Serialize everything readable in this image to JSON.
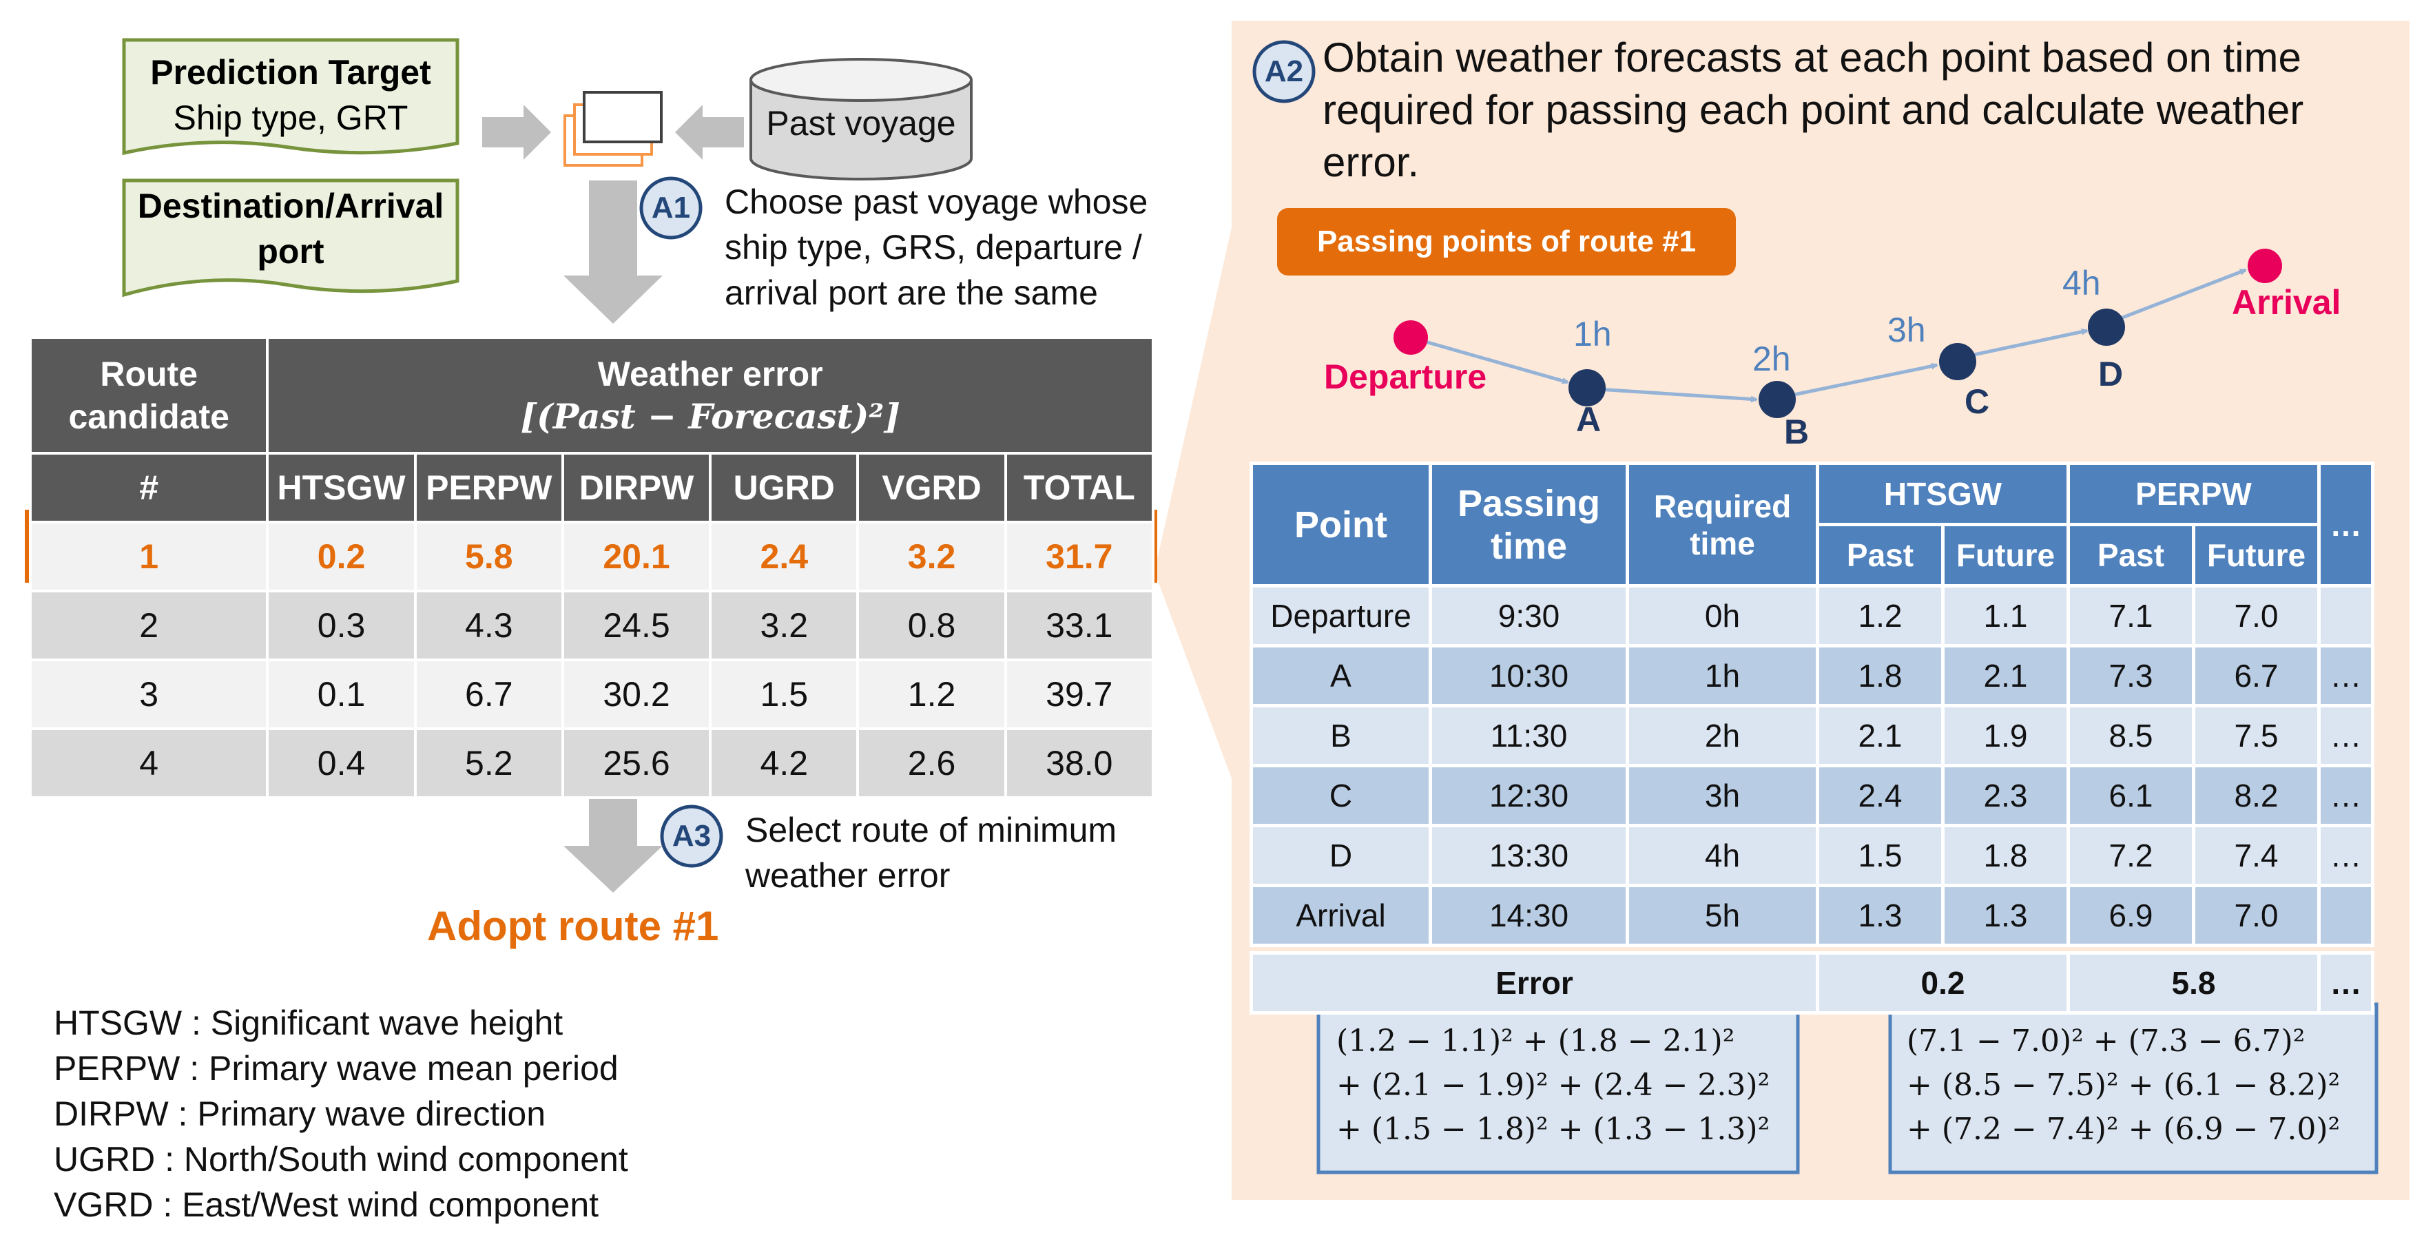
{
  "top": {
    "prediction_target_title": "Prediction Target",
    "prediction_target_value": "Ship type, GRT",
    "destination_line1": "Destination/Arrival",
    "destination_line2": "port",
    "past_voyage": "Past voyage"
  },
  "steps": {
    "a1": {
      "badge": "A1",
      "text": [
        "Choose past voyage whose",
        "ship type, GRS, departure /",
        "arrival port are the same"
      ]
    },
    "a2": {
      "badge": "A2",
      "text": [
        "Obtain weather forecasts at each point based on time",
        "required for passing each point and calculate weather",
        "error."
      ]
    },
    "a3": {
      "badge": "A3",
      "text": [
        "Select route of minimum",
        "weather error"
      ]
    }
  },
  "route_table": {
    "header_route_line1": "Route",
    "header_route_line2": "candidate",
    "header_weather_error": "Weather error",
    "header_formula": "[(Past − Forecast)²]",
    "columns": [
      "#",
      "HTSGW",
      "PERPW",
      "DIRPW",
      "UGRD",
      "VGRD",
      "TOTAL"
    ],
    "rows": [
      [
        "1",
        "0.2",
        "5.8",
        "20.1",
        "2.4",
        "3.2",
        "31.7"
      ],
      [
        "2",
        "0.3",
        "4.3",
        "24.5",
        "3.2",
        "0.8",
        "33.1"
      ],
      [
        "3",
        "0.1",
        "6.7",
        "30.2",
        "1.5",
        "1.2",
        "39.7"
      ],
      [
        "4",
        "0.4",
        "5.2",
        "25.6",
        "4.2",
        "2.6",
        "38.0"
      ]
    ]
  },
  "adopt_label": "Adopt route #1",
  "legend": [
    "HTSGW : Significant wave height",
    "PERPW : Primary wave mean period",
    "DIRPW : Primary wave direction",
    "UGRD : North/South wind component",
    "VGRD : East/West wind component"
  ],
  "route_diagram": {
    "label": "Passing points of route #1",
    "departure": "Departure",
    "arrival": "Arrival",
    "points": [
      {
        "name": "A",
        "time": "1h"
      },
      {
        "name": "B",
        "time": "2h"
      },
      {
        "name": "C",
        "time": "3h"
      },
      {
        "name": "D",
        "time": "4h"
      }
    ]
  },
  "passing_table": {
    "h_point": "Point",
    "h_passing_line1": "Passing",
    "h_passing_line2": "time",
    "h_required_line1": "Required",
    "h_required_line2": "time",
    "h_htsgw": "HTSGW",
    "h_perpw": "PERPW",
    "h_more": "…",
    "h_past": "Past",
    "h_future": "Future",
    "rows": [
      [
        "Departure",
        "9:30",
        "0h",
        "1.2",
        "1.1",
        "7.1",
        "7.0",
        ""
      ],
      [
        "A",
        "10:30",
        "1h",
        "1.8",
        "2.1",
        "7.3",
        "6.7",
        "…"
      ],
      [
        "B",
        "11:30",
        "2h",
        "2.1",
        "1.9",
        "8.5",
        "7.5",
        "…"
      ],
      [
        "C",
        "12:30",
        "3h",
        "2.4",
        "2.3",
        "6.1",
        "8.2",
        "…"
      ],
      [
        "D",
        "13:30",
        "4h",
        "1.5",
        "1.8",
        "7.2",
        "7.4",
        "…"
      ],
      [
        "Arrival",
        "14:30",
        "5h",
        "1.3",
        "1.3",
        "6.9",
        "7.0",
        ""
      ]
    ],
    "error_label": "Error",
    "error_htsgw": "0.2",
    "error_perpw": "5.8",
    "error_more": "…"
  },
  "formulas": {
    "htsgw": [
      "(1.2 − 1.1)² + (1.8 − 2.1)²",
      "+ (2.1 − 1.9)² + (2.4 − 2.3)²",
      "+ (1.5 − 1.8)² + (1.3 − 1.3)²"
    ],
    "perpw": [
      "(7.1 − 7.0)² + (7.3 − 6.7)²",
      "+ (8.5 − 7.5)² + (6.1 − 8.2)²",
      "+ (7.2 − 7.4)² + (6.9 − 7.0)²"
    ]
  },
  "colors": {
    "orange": "#e46c0a",
    "navy": "#1f3864",
    "magenta": "#e8005a",
    "table_blue": "#4f81bd",
    "panel_bg": "#fde9d9",
    "doc_fill": "#ebf1de",
    "doc_border": "#77933c"
  }
}
